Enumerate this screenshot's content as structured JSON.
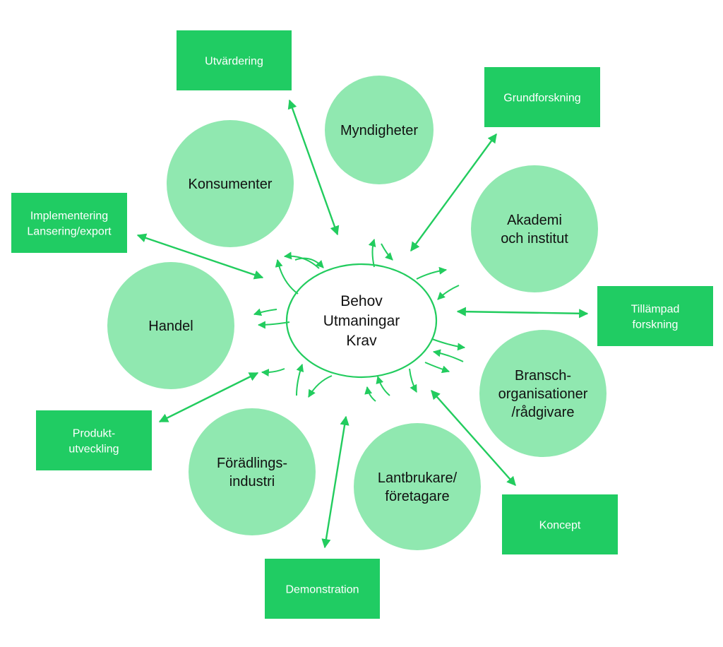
{
  "colors": {
    "box_fill": "#20cc63",
    "circle_fill": "#90e8b0",
    "arrow": "#22cc5e",
    "center_stroke": "#22cc5e"
  },
  "center": {
    "lines": [
      "Behov",
      "Utmaningar",
      "Krav"
    ]
  },
  "stakeholders": [
    {
      "id": "myndigheter",
      "lines": [
        "Myndigheter"
      ]
    },
    {
      "id": "akademi",
      "lines": [
        "Akademi",
        "och institut"
      ]
    },
    {
      "id": "bransch",
      "lines": [
        "Bransch-",
        "organisationer",
        "/rådgivare"
      ]
    },
    {
      "id": "lantbrukare",
      "lines": [
        "Lantbrukare/",
        "företagare"
      ]
    },
    {
      "id": "foradling",
      "lines": [
        "Förädlings-",
        "industri"
      ]
    },
    {
      "id": "handel",
      "lines": [
        "Handel"
      ]
    },
    {
      "id": "konsumenter",
      "lines": [
        "Konsumenter"
      ]
    }
  ],
  "stages": [
    {
      "id": "utvardering",
      "lines": [
        "Utvärdering"
      ]
    },
    {
      "id": "grundforskning",
      "lines": [
        "Grundforskning"
      ]
    },
    {
      "id": "tillampad",
      "lines": [
        "Tillämpad",
        "forskning"
      ]
    },
    {
      "id": "koncept",
      "lines": [
        "Koncept"
      ]
    },
    {
      "id": "demonstration",
      "lines": [
        "Demonstration"
      ]
    },
    {
      "id": "produkt",
      "lines": [
        "Produkt-",
        "utveckling"
      ]
    },
    {
      "id": "implementering",
      "lines": [
        "Implementering",
        "Lansering/export"
      ]
    }
  ]
}
